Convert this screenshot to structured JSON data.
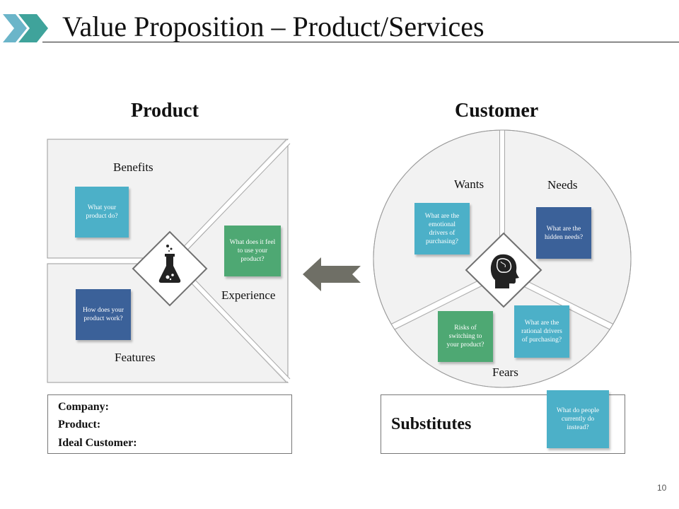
{
  "slide": {
    "title": "Value Proposition – Product/Services",
    "page_number": "10"
  },
  "product": {
    "heading": "Product",
    "benefits": {
      "label": "Benefits",
      "note": "What your product do?"
    },
    "features": {
      "label": "Features",
      "note": "How does your product work?"
    },
    "experience": {
      "label": "Experience",
      "note": "What does it feel to use your product?"
    },
    "center_icon": "flask-icon"
  },
  "customer": {
    "heading": "Customer",
    "wants": {
      "label": "Wants",
      "note": "What are the emotional drivers of purchasing?"
    },
    "needs": {
      "label": "Needs",
      "note": "What are the hidden needs?"
    },
    "fears": {
      "label": "Fears",
      "note_risks": "Risks of switching to your product?",
      "note_rational": "What are the rational drivers of purchasing?"
    },
    "center_icon": "head-brain-icon"
  },
  "info_box": {
    "company": "Company:",
    "product": "Product:",
    "ideal_customer": "Ideal Customer:"
  },
  "substitutes": {
    "label": "Substitutes",
    "note": "What do people currently do instead?"
  },
  "colors": {
    "teal": "#4cb0c8",
    "navy": "#3b6199",
    "green": "#4ea873",
    "panel": "#f2f2f2",
    "arrow": "#6f6f66"
  }
}
